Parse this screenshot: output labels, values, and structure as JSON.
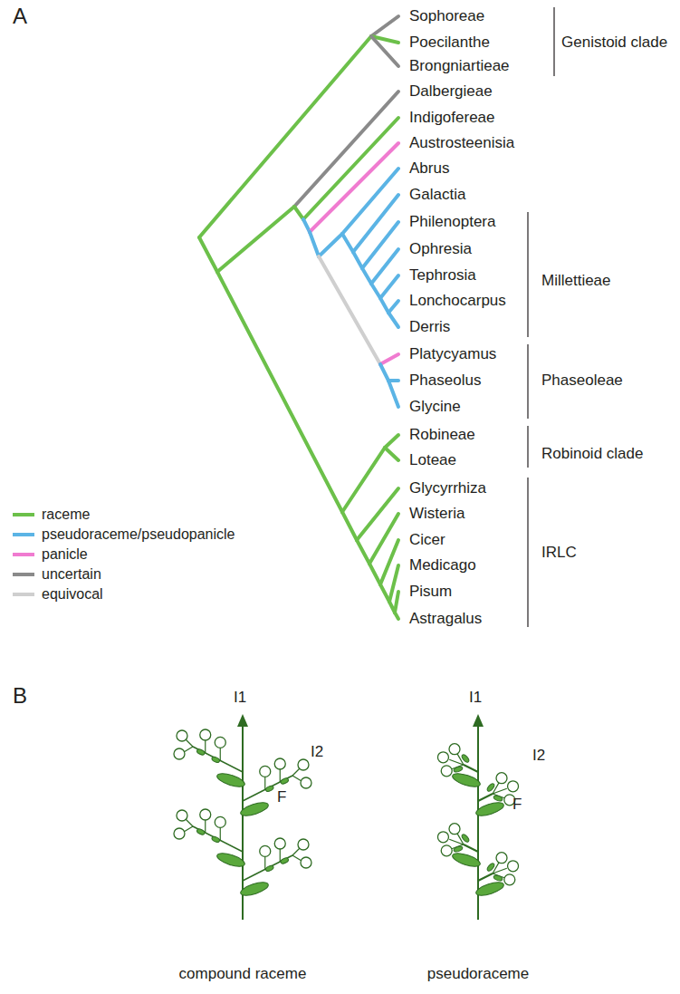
{
  "diagram": {
    "labels": [
      "A",
      "Sophoreae",
      "Poecilanthe",
      "Brongniartieae",
      "Dalbergieae",
      "Indigofereae",
      "Austrosteenisia",
      "Abrus",
      "Galactia",
      "Philenoptera",
      "Ophresia",
      "Tephrosia",
      "Lonchocarpus",
      "Derris",
      "Platycyamus",
      "Phaseolus",
      "Glycine",
      "Robineae",
      "Loteae",
      "Glycyrrhiza",
      "Wisteria",
      "Cicer",
      "Medicago",
      "Pisum",
      "Astragalus",
      "Genistoid clade",
      "Millettieae",
      "Phaseoleae",
      "Robinoid clade",
      "IRLC",
      "B",
      "I1",
      "I2",
      "F",
      "compound raceme",
      "I1",
      "I2",
      "F",
      "pseudoraceme"
    ],
    "legend": [
      {
        "text": "raceme",
        "color": "#6cc04a"
      },
      {
        "text": "pseudoraceme/pseudopanicle",
        "color": "#5bb4e5"
      },
      {
        "text": "panicle",
        "color": "#f07bd0"
      },
      {
        "text": "uncertain",
        "color": "#8a8a8a"
      },
      {
        "text": "equivocal",
        "color": "#cfcfcf"
      }
    ]
  }
}
